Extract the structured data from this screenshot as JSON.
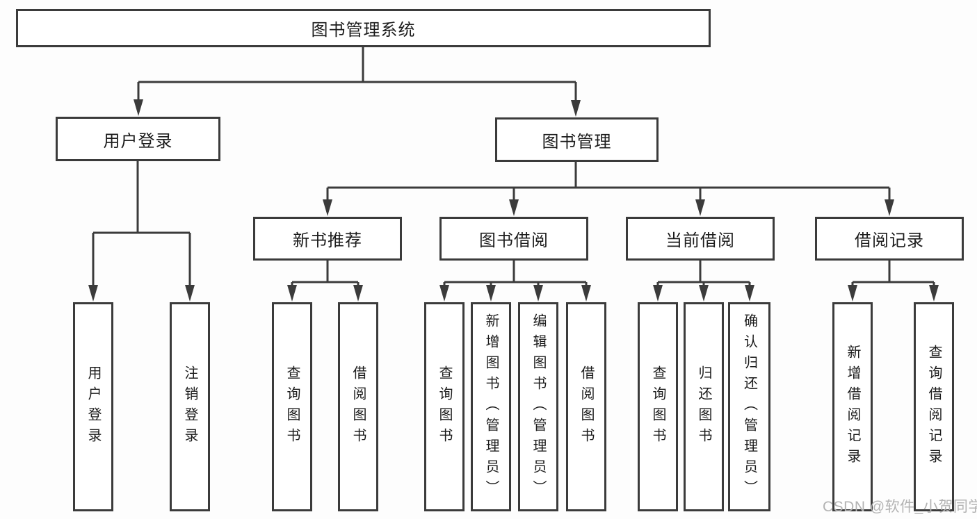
{
  "diagram": {
    "title": "图书管理系统",
    "level2": [
      {
        "label": "用户登录"
      },
      {
        "label": "图书管理"
      }
    ],
    "level3": [
      {
        "label": "新书推荐"
      },
      {
        "label": "图书借阅"
      },
      {
        "label": "当前借阅"
      },
      {
        "label": "借阅记录"
      }
    ],
    "leaves": [
      {
        "label": "用户登录"
      },
      {
        "label": "注销登录"
      },
      {
        "label": "查询图书"
      },
      {
        "label": "借阅图书"
      },
      {
        "label": "查询图书"
      },
      {
        "label": "新增图书（管理员）"
      },
      {
        "label": "编辑图书（管理员）"
      },
      {
        "label": "借阅图书"
      },
      {
        "label": "查询图书"
      },
      {
        "label": "归还图书"
      },
      {
        "label": "确认归还（管理员）"
      },
      {
        "label": "新增借阅记录"
      },
      {
        "label": "查询借阅记录"
      }
    ]
  },
  "watermark": {
    "text": "CSDN @软件_小贺同学"
  },
  "colors": {
    "line": "#3b3b3b",
    "box_fill": "#ffffff",
    "text": "#1c1c1c",
    "watermark": "#b3b3b3",
    "background": "#fdfdfd"
  }
}
